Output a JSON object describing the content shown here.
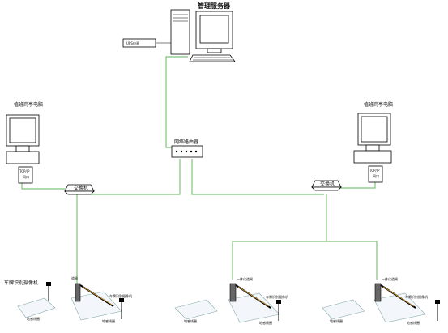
{
  "server": {
    "label": "管理服务器",
    "ups_label": "UPS电源"
  },
  "left_pc": {
    "label": "值班岗亭电脑",
    "port_label_1": "TCP/IP",
    "port_label_2": "网口"
  },
  "right_pc": {
    "label": "值班岗亭电脑",
    "port_label_1": "TCP/IP",
    "port_label_2": "网口"
  },
  "router": {
    "label": "网络路由器"
  },
  "switch_left": {
    "label": "交换机"
  },
  "switch_right": {
    "label": "交换机"
  },
  "lanes": [
    {
      "camera_label": "车牌识别摄像机",
      "barrier_label": "道闸",
      "camera2_label": "车牌识别摄像机",
      "loop_label": "地感线圈",
      "loop2_label": "地感线圈"
    },
    {
      "camera_label": "一体化道闸",
      "camera2_label": "车牌识别摄像机",
      "loop_label": "地感线圈",
      "loop2_label": "地感线圈"
    },
    {
      "camera_label": "一体化道闸",
      "camera2_label": "车牌识别摄像机",
      "loop_label": "地感线圈",
      "loop2_label": "地感线圈"
    }
  ]
}
